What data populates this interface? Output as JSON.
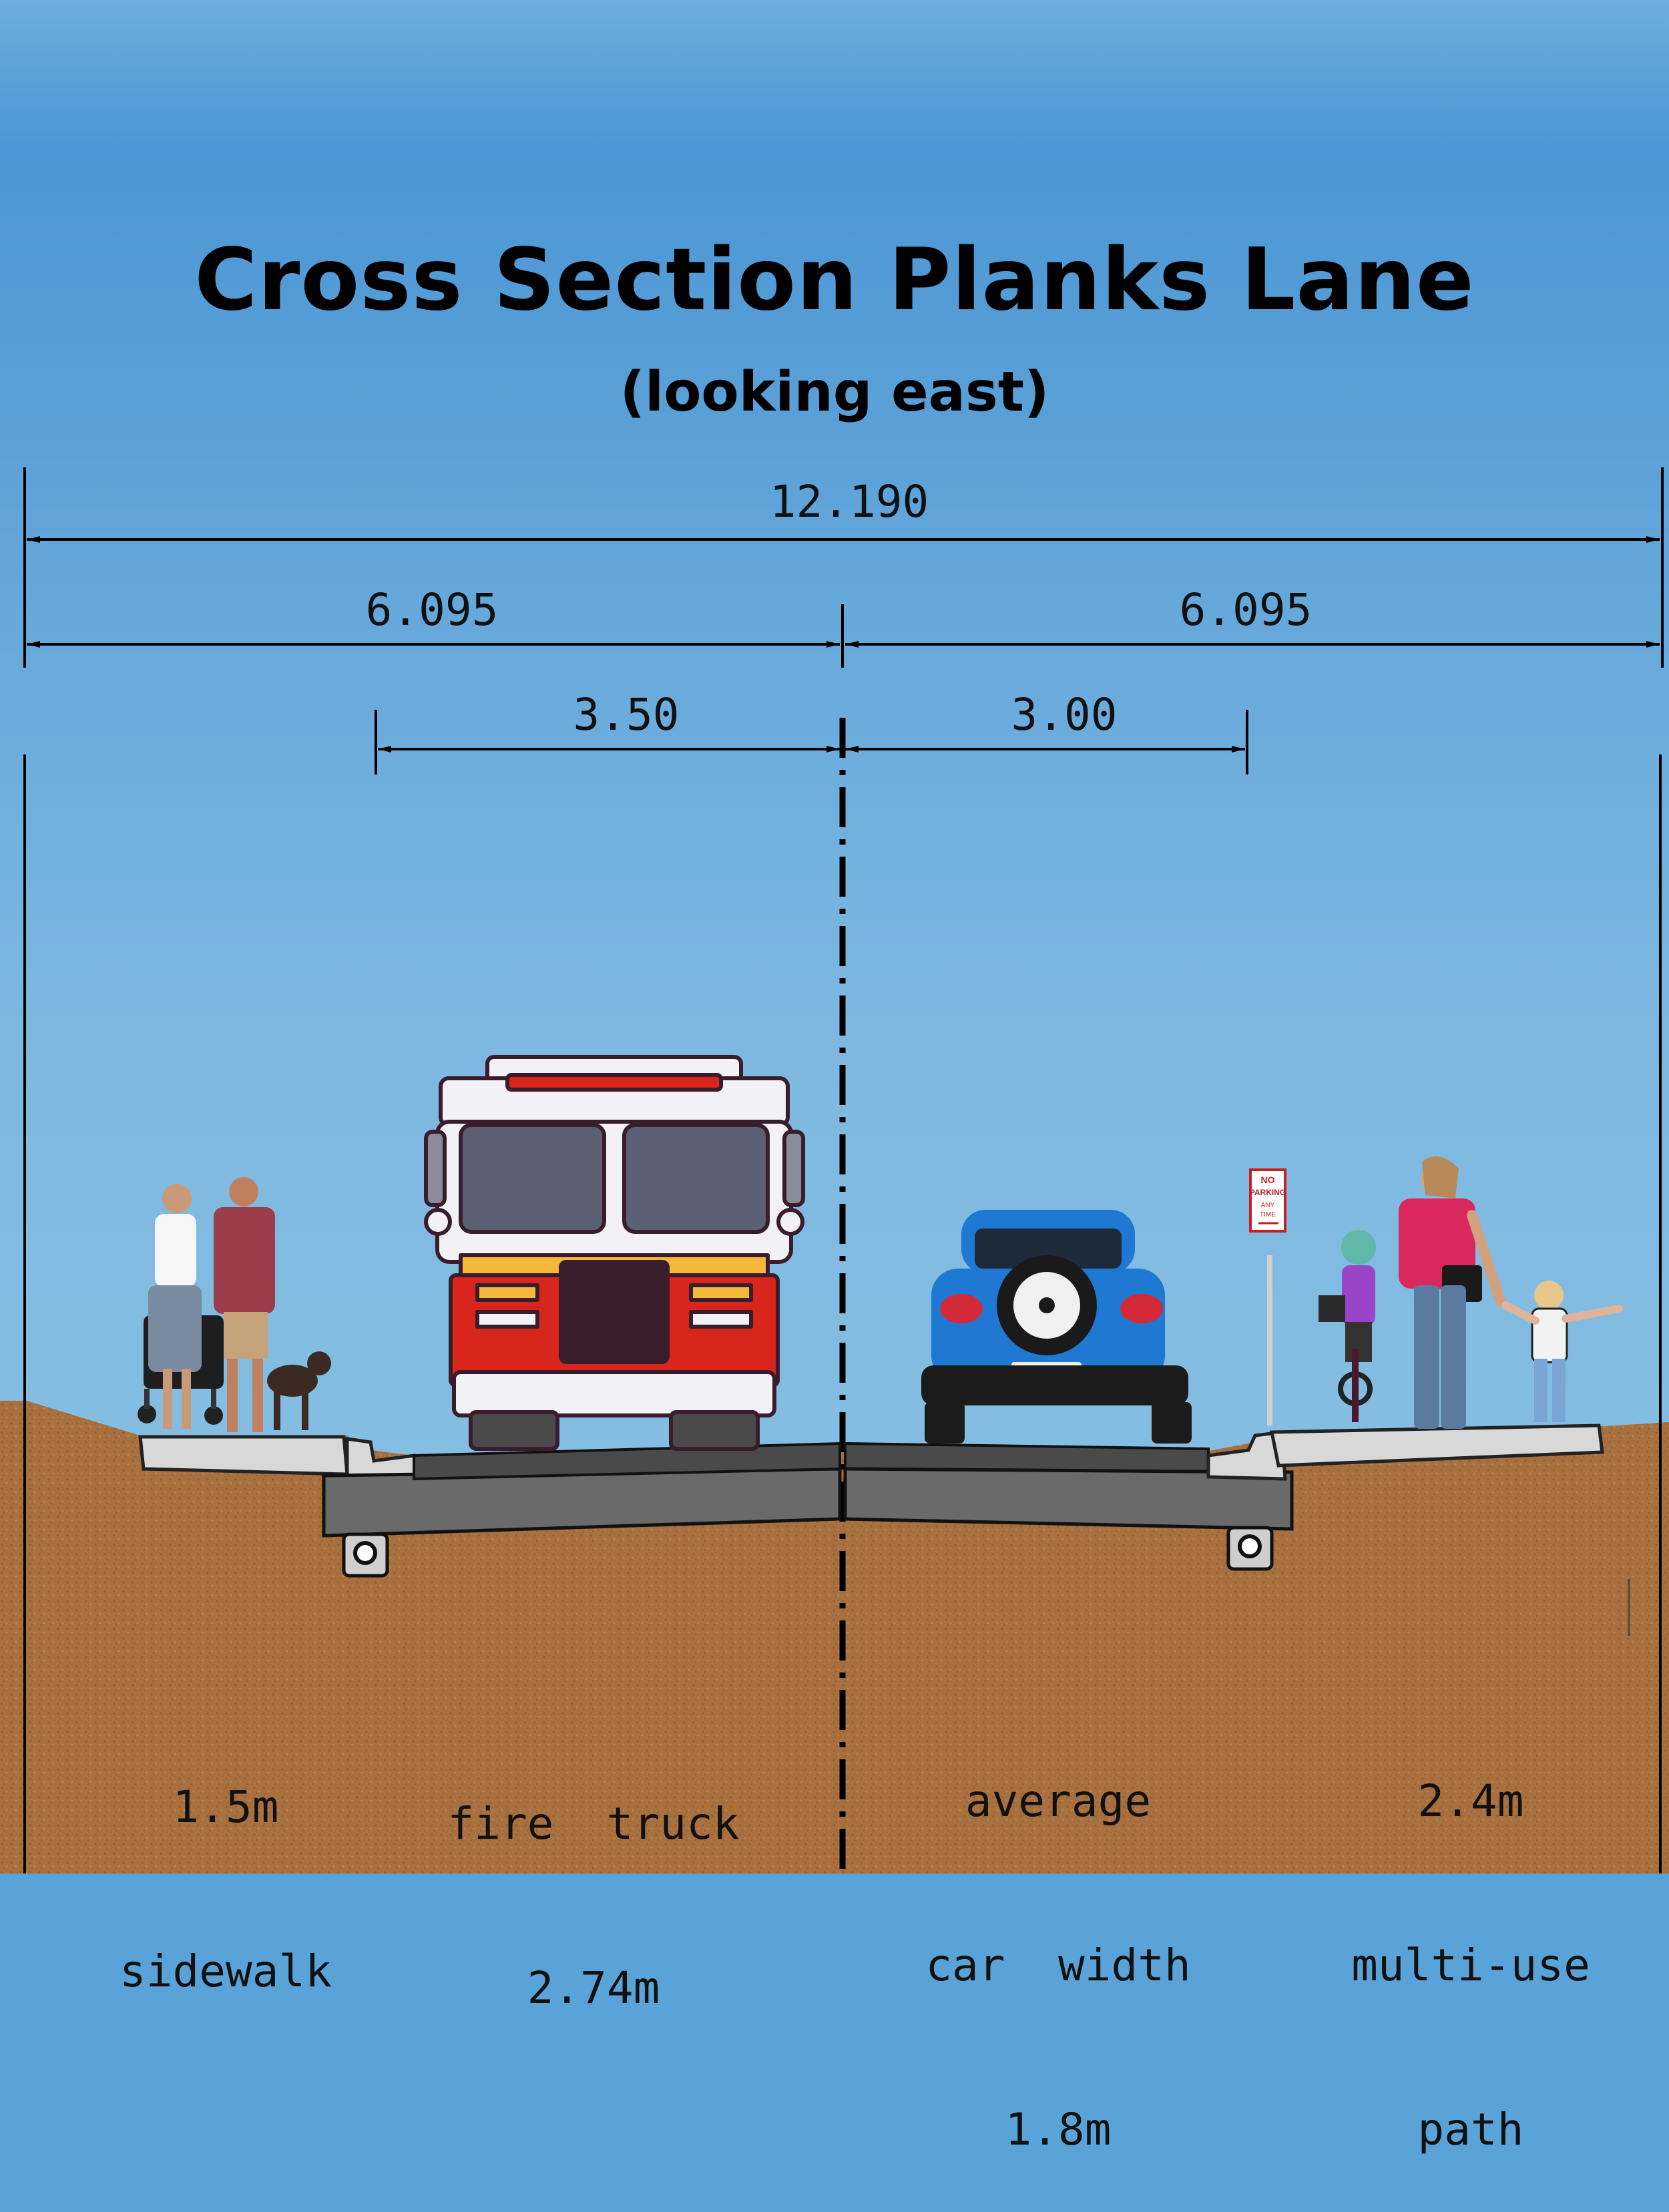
{
  "title": "Cross Section Planks Lane",
  "subtitle": "(looking east)",
  "dimensions": {
    "overall": "12.190",
    "half_left": "6.095",
    "half_right": "6.095",
    "lane_left": "3.50",
    "lane_right": "3.00"
  },
  "labels": {
    "sidewalk_line1": "1.5m",
    "sidewalk_line2": "sidewalk",
    "firetruck_line1": "fire  truck",
    "firetruck_line2": "2.74m",
    "car_line1": "average",
    "car_line2": "car  width",
    "car_line3": "1.8m",
    "path_line1": "2.4m",
    "path_line2": "multi-use",
    "path_line3": "path"
  },
  "sign": {
    "line1": "NO",
    "line2": "PARKING",
    "line3": "ANY",
    "line4": "TIME"
  },
  "colors": {
    "sky_top": "#4b96d4",
    "sky_bottom": "#8cc3e3",
    "soil": "#a8703e",
    "pavement": "#555555",
    "firetruck_red": "#d9261c",
    "car_blue": "#1f78d1"
  }
}
